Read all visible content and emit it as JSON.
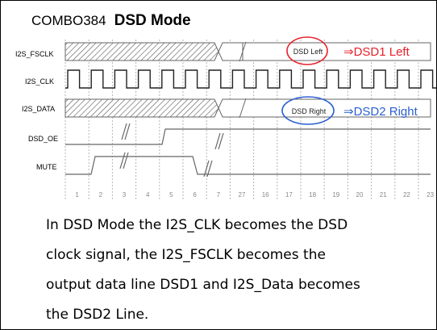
{
  "title": {
    "model": "COMBO384",
    "mode": "DSD Mode"
  },
  "signals": [
    "I2S_FSCLK",
    "I2S_CLK",
    "I2S_DATA",
    "DSD_OE",
    "MUTE"
  ],
  "tick_labels": [
    "1",
    "2",
    "3",
    "4",
    "5",
    "6",
    "7",
    "27",
    "16",
    "17",
    "18",
    "19",
    "20",
    "21",
    "22",
    "23"
  ],
  "annotations": [
    {
      "bubble_text": "DSD Left",
      "arrow_text": "⇒DSD1 Left",
      "color": "#e8212a"
    },
    {
      "bubble_text": "DSD Right",
      "arrow_text": "⇒DSD2 Right",
      "color": "#2a5fd0"
    }
  ],
  "caption_lines": [
    "In DSD Mode the I2S_CLK becomes the DSD",
    "clock signal, the I2S_FSCLK becomes the",
    "output  data line DSD1 and I2S_Data becomes",
    "the DSD2 Line."
  ]
}
